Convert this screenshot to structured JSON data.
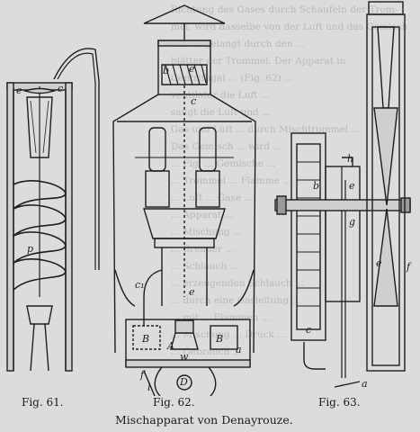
{
  "figures": [
    {
      "caption": "Fig. 61."
    },
    {
      "caption": "Fig. 62."
    },
    {
      "caption": "Fig. 63."
    }
  ],
  "title": "Mischapparat von Denayrouze.",
  "background_text": [
    "Richtung des Gases durch Schaufeln der Trom-",
    "mel, wird dasselbe von der Luft und das Gemisch",
    "durch, gelangt durch den ...",
    "blätter der Trommel. Der Apparat in",
    "Centrifugal ... (Fig. 62) ...",
    "ventilator die Luft ...",
    "saugt die Luft und ...",
    "Gas und Luft ... durch Mischtrommel ...",
    "Das Gemisch ... wird ...",
    "... Fig. ... Gemische ...",
    "... Trommel ... Flamme ...",
    "... Luft ... Gase ...",
    "... Apparat ...",
    "... Mischung ...",
    "... Brenner ...",
    "... Schlauch ...",
    "... erzeugenden Schlauch ...",
    "... durch eine Gasleitung ...",
    "... mit ... Flammen ...",
    "... Mischung ... Druck ...",
    "... Gebrauch ..."
  ],
  "labels": {
    "fig61": [
      "c",
      "e",
      "p"
    ],
    "fig62": [
      "b",
      "e",
      "c",
      "c₁",
      "e",
      "a",
      "B",
      "B",
      "w",
      "A",
      "f",
      "l",
      "D"
    ],
    "fig63": [
      "h",
      "e",
      "g",
      "b",
      "c",
      "a",
      "e",
      "f"
    ]
  }
}
